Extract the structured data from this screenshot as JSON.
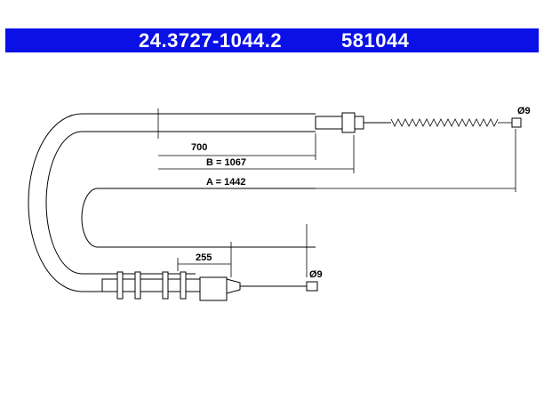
{
  "header": {
    "part_number": "24.3727-1044.2",
    "ref_number": "581044",
    "background_color": "#0a10e6",
    "text_color": "#ffffff"
  },
  "dimensions": {
    "length_700": "700",
    "length_b": "B = 1067",
    "length_a": "A = 1442",
    "length_255": "255",
    "diameter_top": "Ø9",
    "diameter_bottom": "Ø9"
  }
}
